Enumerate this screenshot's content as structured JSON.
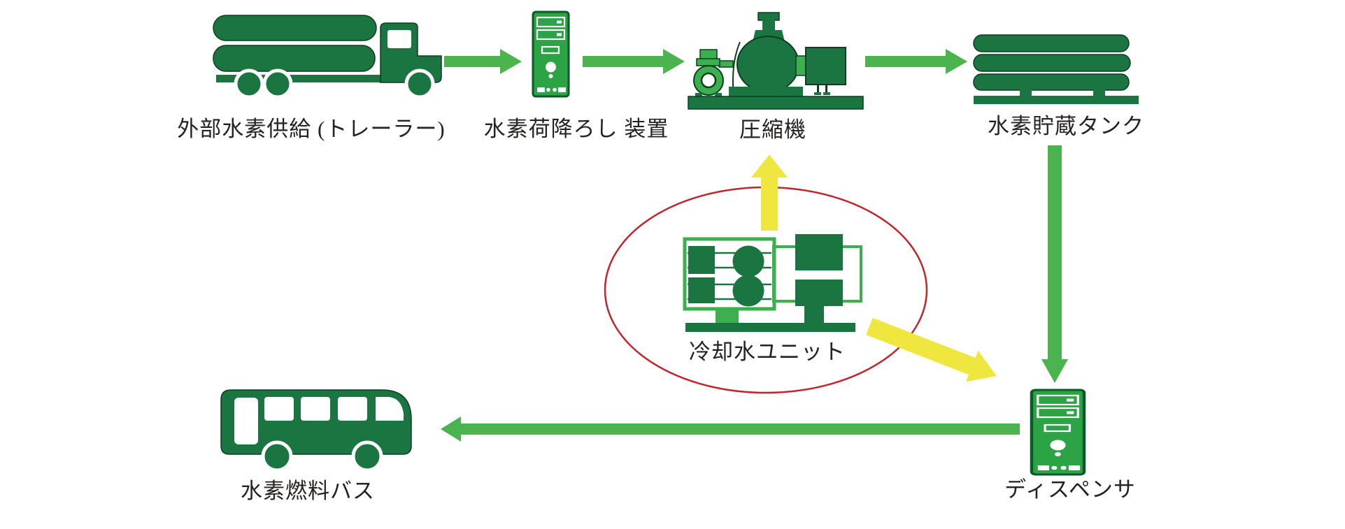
{
  "colors": {
    "dark_green": "#1b7540",
    "outline_dark": "#0e3d22",
    "outline_green": "#0a5a2a",
    "bright_green": "#2ca344",
    "mid_green": "#3caf4e",
    "arrow_green": "#4cb44e",
    "yellow": "#efe73f",
    "red": "#c2242b",
    "text": "#262220",
    "background": "#ffffff"
  },
  "nodes": {
    "trailer": {
      "label": "外部水素供給 (トレーラー)"
    },
    "unloading": {
      "label": "水素荷降ろし 装置"
    },
    "compressor": {
      "label": "圧縮機"
    },
    "storage": {
      "label": "水素貯蔵タンク"
    },
    "cooling": {
      "label": "冷却水ユニット",
      "highlighted": true
    },
    "dispenser": {
      "label": "ディスペンサ"
    },
    "bus": {
      "label": "水素燃料バス"
    }
  },
  "flows": [
    {
      "from": "trailer",
      "to": "unloading",
      "style": "green-arrow"
    },
    {
      "from": "unloading",
      "to": "compressor",
      "style": "green-arrow"
    },
    {
      "from": "compressor",
      "to": "storage",
      "style": "green-arrow"
    },
    {
      "from": "storage",
      "to": "dispenser",
      "style": "green-arrow"
    },
    {
      "from": "dispenser",
      "to": "bus",
      "style": "green-arrow"
    },
    {
      "from": "cooling",
      "to": "compressor",
      "style": "yellow-arrow"
    },
    {
      "from": "cooling",
      "to": "dispenser",
      "style": "yellow-arrow"
    }
  ]
}
